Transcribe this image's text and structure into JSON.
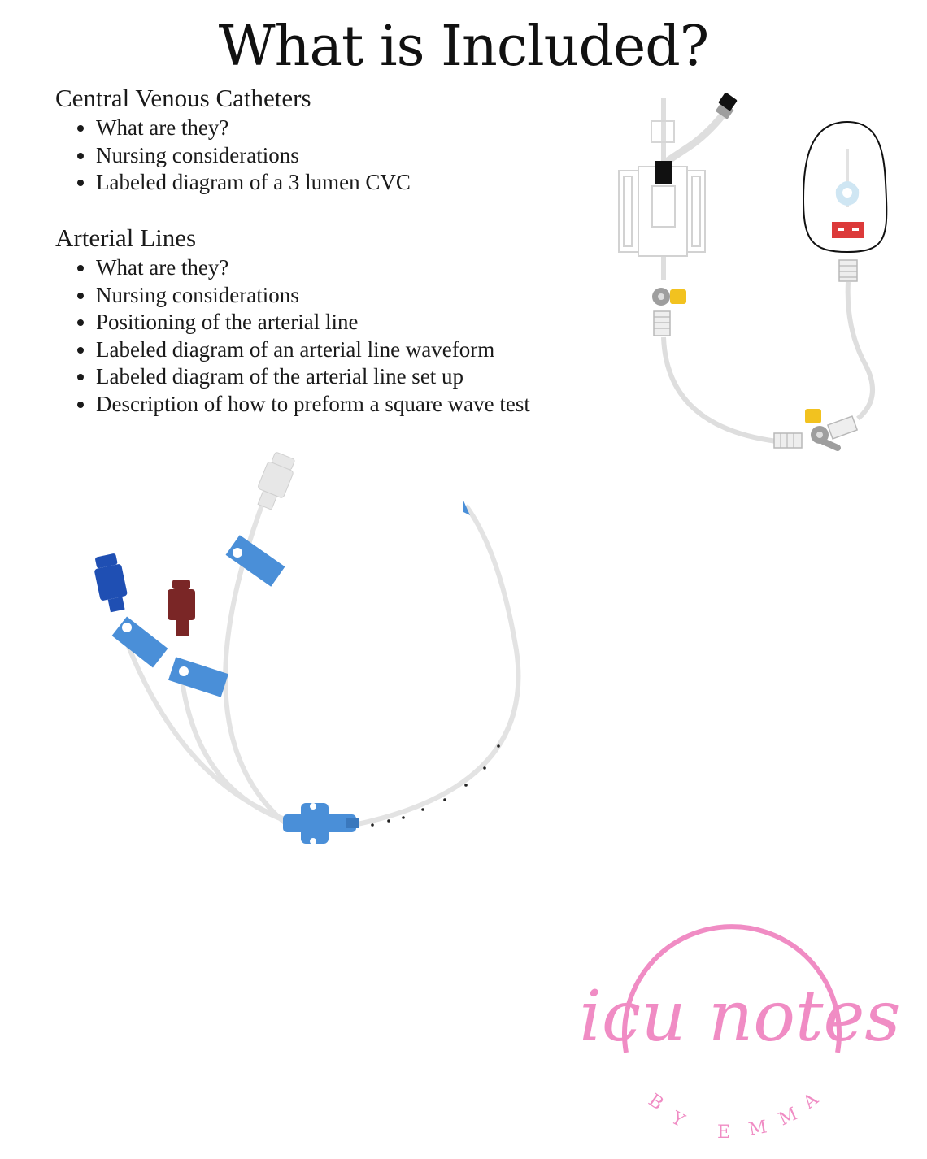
{
  "title": "What is Included?",
  "sections": [
    {
      "heading": "Central Venous Catheters",
      "items": [
        "What are they?",
        "Nursing considerations",
        "Labeled diagram of a 3 lumen CVC"
      ]
    },
    {
      "heading": "Arterial Lines",
      "items": [
        "What are they?",
        "Nursing considerations",
        "Positioning of the arterial line",
        "Labeled diagram of an arterial line waveform",
        "Labeled diagram of the arterial line set up",
        "Description of how to preform a square wave test"
      ]
    }
  ],
  "logo": {
    "main_text": "icu notes",
    "letters": [
      "B",
      "Y",
      "E",
      "M",
      "M",
      "A"
    ],
    "color": "#f08cc4"
  },
  "colors": {
    "blue": "#4a8fd8",
    "dark_blue": "#1f4fb3",
    "maroon": "#7a2626",
    "yellow": "#f2c21f",
    "red": "#dc3a3a",
    "tubing": "#dedede"
  }
}
